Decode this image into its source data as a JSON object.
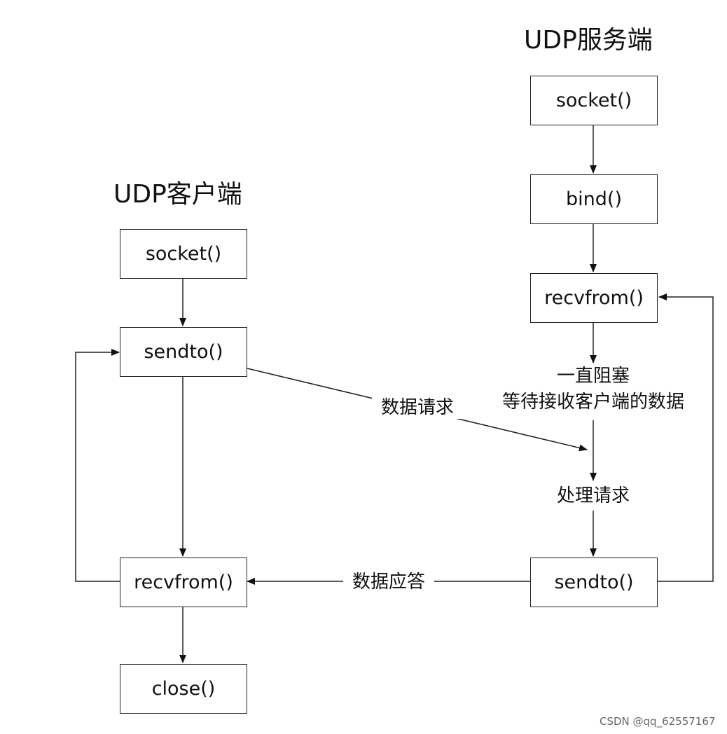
{
  "server": {
    "title": "UDP服务端",
    "socket": "socket()",
    "bind": "bind()",
    "recvfrom": "recvfrom()",
    "block_line1": "一直阻塞",
    "block_line2": "等待接收客户端的数据",
    "process": "处理请求",
    "sendto": "sendto()"
  },
  "client": {
    "title": "UDP客户端",
    "socket": "socket()",
    "sendto": "sendto()",
    "recvfrom": "recvfrom()",
    "close": "close()"
  },
  "edges": {
    "request_label": "数据请求",
    "response_label": "数据应答"
  },
  "watermark": "CSDN @qq_62557167"
}
